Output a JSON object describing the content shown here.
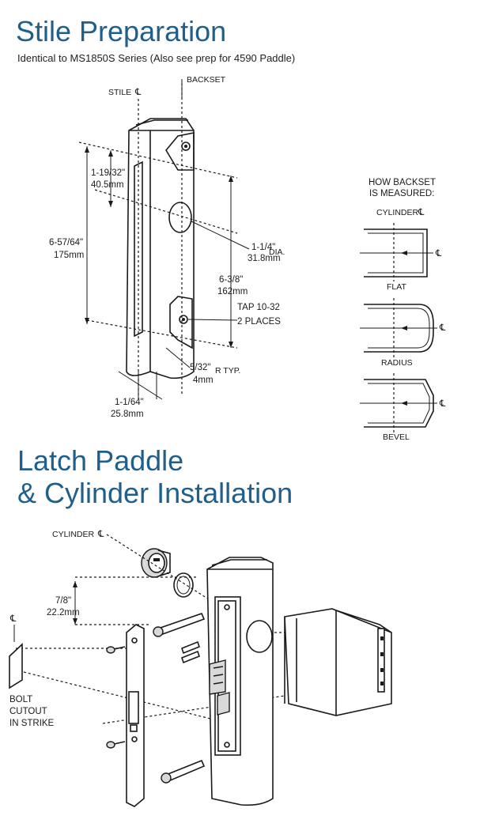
{
  "section1": {
    "title": "Stile Preparation",
    "subtitle": "Identical to MS1850S Series (Also see prep for 4590 Paddle)"
  },
  "stile": {
    "stile_cl": "STILE",
    "backset": "BACKSET",
    "dim_1_19_32": "1-19/32\"",
    "dim_40_5": "40.5mm",
    "dim_6_57_64": "6-57/64\"",
    "dim_175": "175mm",
    "dia_1_1_4": "1-1/4\"",
    "dia_label": "DIA.",
    "dia_31_8": "31.8mm",
    "dim_6_3_8": "6-3/8\"",
    "dim_162": "162mm",
    "tap": "TAP 10-32",
    "tap_places": "2 PLACES",
    "radius_5_32": "5/32\"",
    "radius_typ": "R TYP.",
    "radius_4": "4mm",
    "dim_1_1_64": "1-1/64\"",
    "dim_25_8": "25.8mm"
  },
  "backset_panel": {
    "heading_line1": "HOW BACKSET",
    "heading_line2": "IS MEASURED:",
    "cylinder_cl": "CYLINDER",
    "flat": "FLAT",
    "radius": "RADIUS",
    "bevel": "BEVEL"
  },
  "section2": {
    "title_line1": "Latch Paddle",
    "title_line2": "& Cylinder Installation"
  },
  "install": {
    "cylinder_cl": "CYLINDER",
    "dim_7_8": "7/8\"",
    "dim_22_2": "22.2mm",
    "bolt_line1": "BOLT",
    "bolt_line2": "CUTOUT",
    "bolt_line3": "IN STRIKE"
  }
}
